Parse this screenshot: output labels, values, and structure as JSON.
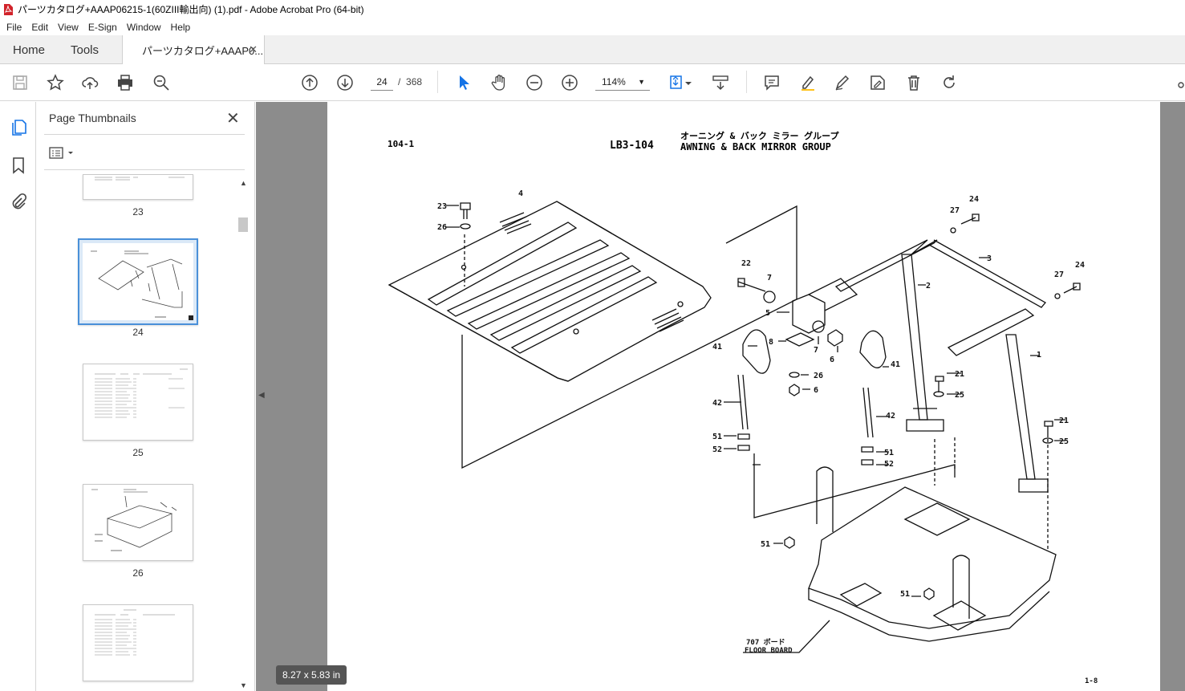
{
  "window": {
    "title": "パーツカタログ+AAAP06215-1(60ZIII輸出向) (1).pdf - Adobe Acrobat Pro (64-bit)"
  },
  "menu": [
    "File",
    "Edit",
    "View",
    "E-Sign",
    "Window",
    "Help"
  ],
  "tabs": {
    "home": "Home",
    "tools": "Tools",
    "document": "パーツカタログ+AAAP0..."
  },
  "toolbar": {
    "current_page": "24",
    "page_separator": "/",
    "total_pages": "368",
    "zoom": "114%",
    "icons": [
      "save-icon",
      "star-icon",
      "upload-icon",
      "print-icon",
      "zoom-search-icon",
      "page-up-icon",
      "page-down-icon",
      "cursor-icon",
      "hand-icon",
      "zoom-out-icon",
      "zoom-in-icon",
      "marquee-zoom-icon",
      "scroll-mode-icon",
      "comment-icon",
      "highlight-icon",
      "sign-icon",
      "edit-icon",
      "delete-icon",
      "rotate-icon"
    ]
  },
  "sidebar": {
    "title": "Page Thumbnails",
    "thumbnails": [
      {
        "page": "23"
      },
      {
        "page": "24",
        "selected": true
      },
      {
        "page": "25"
      },
      {
        "page": "26"
      },
      {
        "page": ""
      }
    ]
  },
  "document": {
    "page_ref": "104-1",
    "code": "LB3-104",
    "title_jp": "オーニング & バック ミラー グループ",
    "title_en": "AWNING & BACK MIRROR GROUP",
    "floor_board_jp": "707 ボード",
    "floor_board_en": "FLOOR BOARD",
    "page_footer": "1-8",
    "callouts": [
      "23",
      "26",
      "4",
      "22",
      "7",
      "5",
      "8",
      "7",
      "6",
      "41",
      "26",
      "6",
      "42",
      "51",
      "52",
      "2",
      "3",
      "27",
      "24",
      "27",
      "24",
      "41",
      "21",
      "25",
      "42",
      "51",
      "52",
      "1",
      "21",
      "25",
      "51",
      "51"
    ]
  },
  "status": {
    "page_size": "8.27 x 5.83 in"
  }
}
